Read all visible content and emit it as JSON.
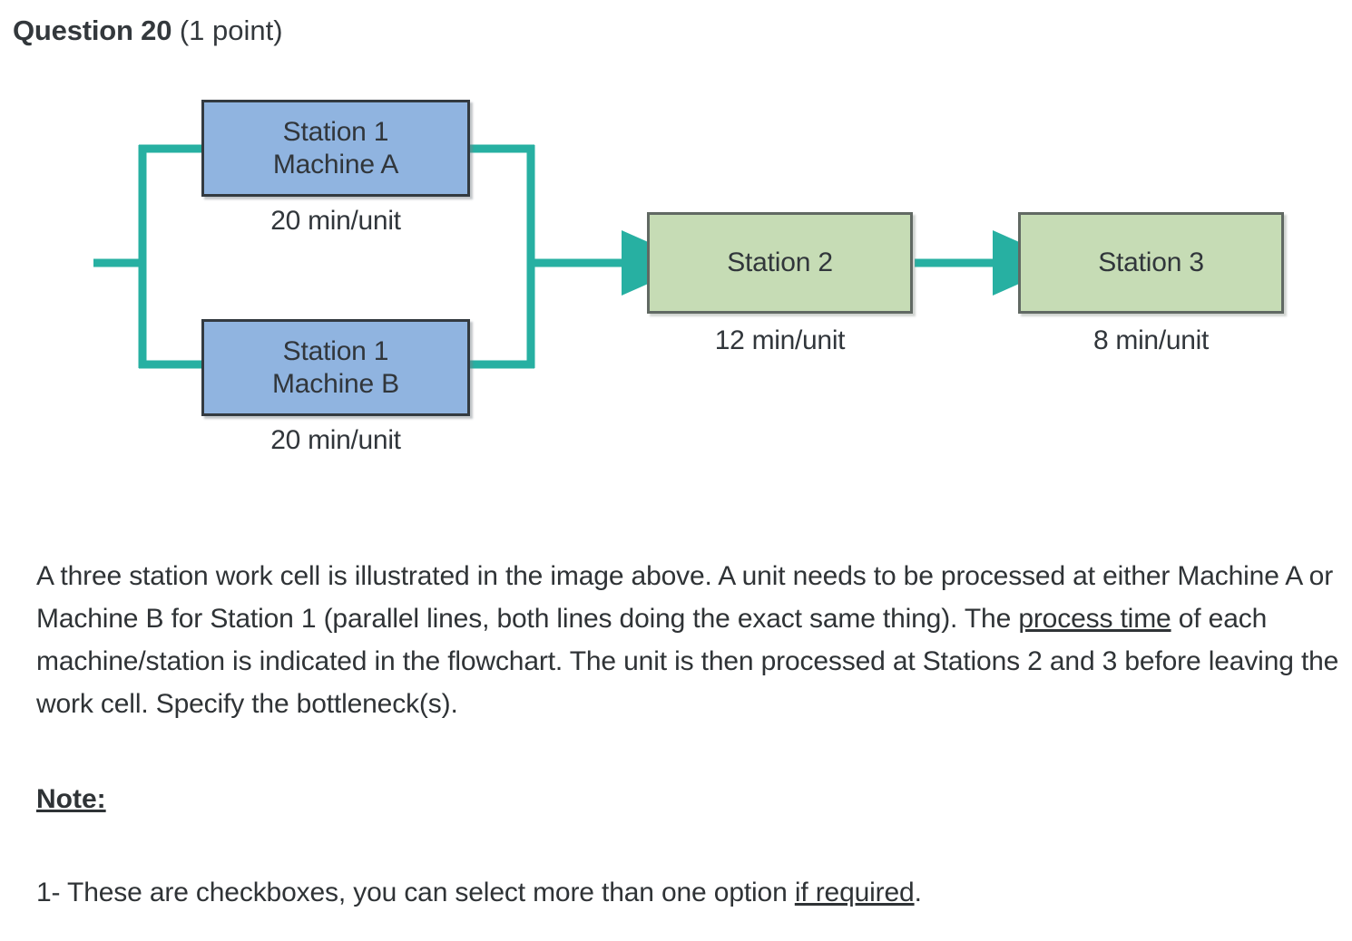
{
  "header": {
    "title": "Question 20",
    "points": " (1 point)"
  },
  "flowchart": {
    "colors": {
      "machine_fill": "#90b4e0",
      "machine_border": "#333a40",
      "station_fill": "#c6dcb5",
      "station_border": "#616963",
      "connector": "#27b0a2"
    },
    "nodes": [
      {
        "id": "machine-a",
        "line1": "Station 1",
        "line2": "Machine A",
        "time": "20 min/unit",
        "type": "machine"
      },
      {
        "id": "machine-b",
        "line1": "Station 1",
        "line2": "Machine B",
        "time": "20 min/unit",
        "type": "machine"
      },
      {
        "id": "station-2",
        "line1": "Station 2",
        "line2": "",
        "time": "12 min/unit",
        "type": "station"
      },
      {
        "id": "station-3",
        "line1": "Station 3",
        "line2": "",
        "time": "8 min/unit",
        "type": "station"
      }
    ]
  },
  "body": {
    "paragraph_part_1": "A three station work cell is illustrated in the image above. A unit needs to be processed at either Machine A or Machine B for Station 1 (parallel lines, both lines doing the exact same thing). The ",
    "paragraph_underlined": "process time",
    "paragraph_part_2": " of each machine/station is indicated in the flowchart. The unit is then processed at Stations 2 and 3 before leaving the work cell. Specify the bottleneck(s).",
    "note_heading": "Note:",
    "note_1_part_1": "1- These are checkboxes, you can select more than one option ",
    "note_1_underlined": "if required",
    "note_1_part_2": "."
  }
}
